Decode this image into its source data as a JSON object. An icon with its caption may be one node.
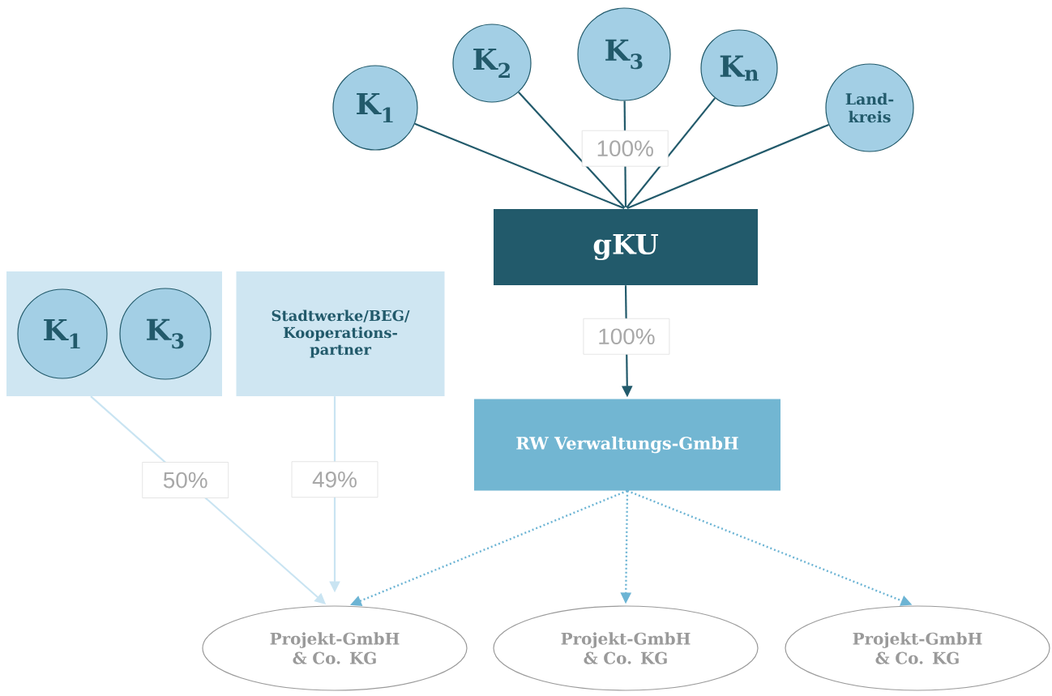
{
  "diagram": {
    "nodes": [
      {
        "text": [
          "K$_{1}$"
        ]
      },
      {
        "text": [
          "K$_{2}$"
        ]
      },
      {
        "text": [
          "K$_{3}$"
        ]
      },
      {
        "text": [
          "K$_{n}$"
        ]
      },
      {
        "text": [
          "Land-kreis"
        ]
      },
      {
        "text": [
          "gKU"
        ]
      },
      {
        "text": [
          "RW Verwaltungs-GmbH"
        ]
      },
      {
        "text": [],
        "shape": "box"
      },
      {
        "text": [
          "K$_{1}$"
        ],
        "in": 7
      },
      {
        "text": [
          "K$_{3}$"
        ],
        "in": 7
      },
      {
        "text": [
          "Stadtwerke/BEG/ Kooperations-partner"
        ]
      },
      {
        "text": [
          "Projekt-GmbH & Co. KG"
        ]
      },
      {
        "text": [
          "Projekt-GmbH & Co. KG"
        ]
      },
      {
        "text": [
          "Projekt-GmbH & Co. KG"
        ]
      }
    ],
    "edges": [
      {
        "from": 0,
        "to": 5,
        "arrow": "none"
      },
      {
        "from": 1,
        "to": 5,
        "arrow": "none"
      },
      {
        "from": 2,
        "to": 5,
        "arrow": "none",
        "label": "100%"
      },
      {
        "from": 3,
        "to": 5,
        "arrow": "none"
      },
      {
        "from": 4,
        "to": 5,
        "arrow": "none"
      },
      {
        "from": 5,
        "to": 6,
        "arrow": "to",
        "label": "100%"
      },
      {
        "from": 7,
        "to": 11,
        "arrow": "to",
        "label": "50%",
        "color": "#c9e4f2"
      },
      {
        "from": 10,
        "to": 11,
        "arrow": "to",
        "label": "49%",
        "color": "#c9e4f2"
      },
      {
        "from": 6,
        "to": 11,
        "arrow": "to",
        "style": "dashed",
        "color": "#6cb4d4"
      },
      {
        "from": 6,
        "to": 12,
        "arrow": "to",
        "style": "dashed",
        "color": "#6cb4d4"
      },
      {
        "from": 6,
        "to": 13,
        "arrow": "to",
        "style": "dashed",
        "color": "#6cb4d4"
      }
    ]
  }
}
